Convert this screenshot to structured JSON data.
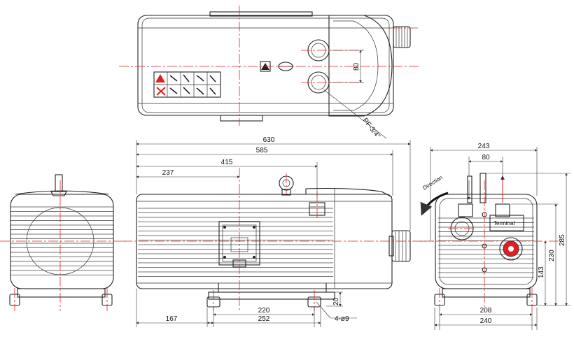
{
  "dimensions": {
    "top_port_spacing": "80",
    "thread": "PF-3/4\"",
    "overall_length": "630",
    "length_585": "585",
    "length_415": "415",
    "length_237": "237",
    "left_offset": "167",
    "foot_inner": "220",
    "foot_outer": "252",
    "foot_height": "20",
    "holes": "4-ø9",
    "width_243": "243",
    "right_port_spacing": "80",
    "height_285": "285",
    "height_230": "230",
    "height_143": "143",
    "base_208": "208",
    "base_240": "240"
  },
  "labels": {
    "direction": "Direction",
    "terminal": "Terminal"
  },
  "colors": {
    "centerline": "#e02020",
    "outline": "#222222"
  }
}
